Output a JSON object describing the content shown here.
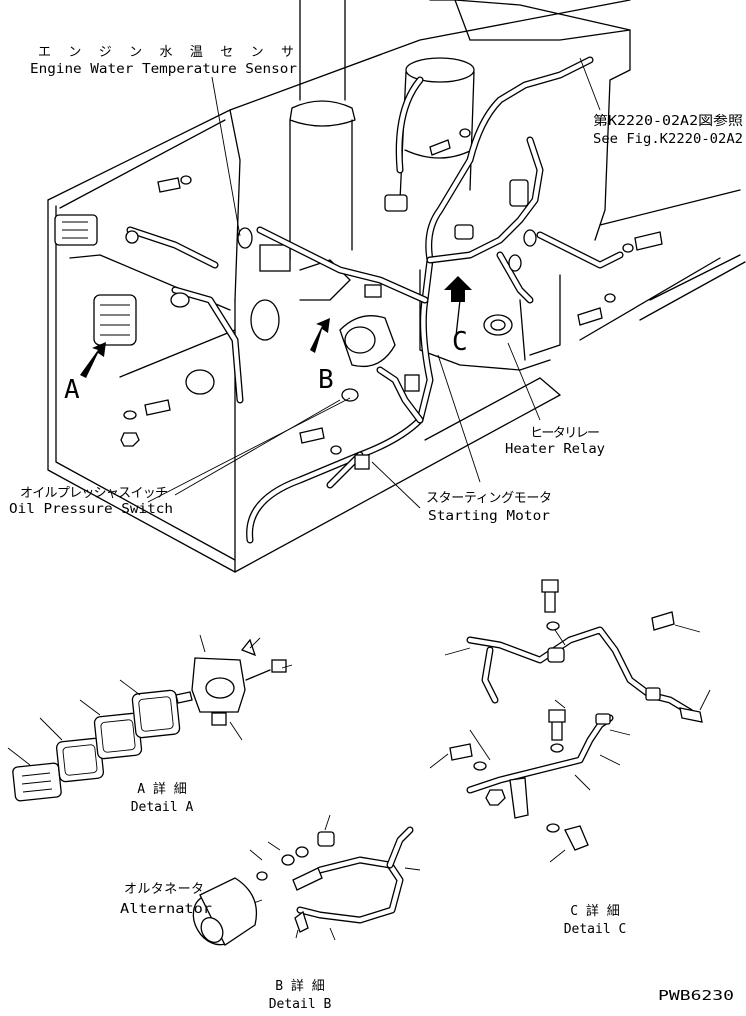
{
  "labels": {
    "water_temp_sensor_jp": "エンジン水温センサ",
    "water_temp_sensor_en": "Engine Water Temperature Sensor",
    "see_fig_jp": "第K2220-02A2図参照",
    "see_fig_en": "See Fig.K2220-02A2",
    "heater_relay_jp": "ヒータリレー",
    "heater_relay_en": "Heater Relay",
    "oil_pressure_switch_jp": "オイルプレッシャスイッチ",
    "oil_pressure_switch_en": "Oil Pressure Switch",
    "starting_motor_jp": "スターティングモータ",
    "starting_motor_en": "Starting Motor",
    "alternator_jp": "オルタネータ",
    "alternator_en": "Alternator"
  },
  "view_markers": {
    "a": "A",
    "b": "B",
    "c": "C"
  },
  "details": {
    "a_jp": "A 詳 細",
    "a_en": "Detail A",
    "b_jp": "B 詳 細",
    "b_en": "Detail B",
    "c_jp": "C 詳 細",
    "c_en": "Detail C"
  },
  "figure_code": "PWB6230",
  "icons": {
    "view_arrow": "view-arrow-icon"
  }
}
